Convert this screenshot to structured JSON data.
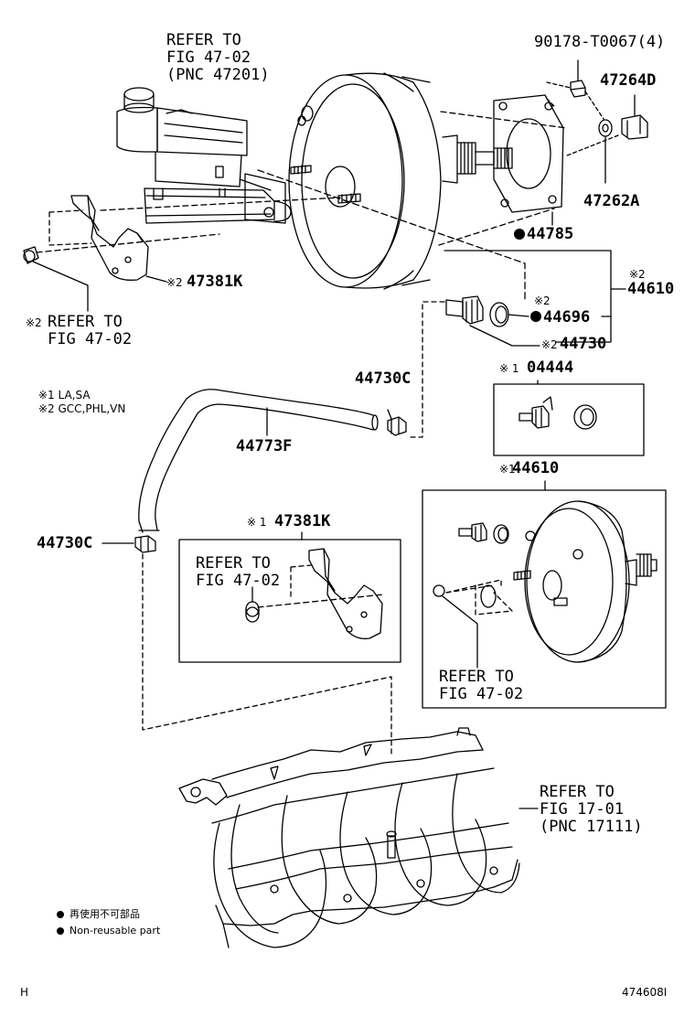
{
  "labels": {
    "ref_master_cyl": [
      "REFER TO",
      "FIG 47-02",
      "(PNC 47201)"
    ],
    "p90178": "90178-T0067(4)",
    "p47264d": "47264D",
    "p47262a": "47262A",
    "p44785": "44785",
    "p44610_top": "44610",
    "p44610_top_mark": "※2",
    "p44696": "44696",
    "p44696_mark": "※2",
    "p44730": "44730",
    "p44730_mark": "※2",
    "p47381k_top": "47381K",
    "p47381k_top_mark": "※2",
    "ref_bracket_top": [
      "REFER TO",
      "FIG 47-02"
    ],
    "ref_bracket_top_mark": "※2",
    "p04444": "04444",
    "p04444_mark": "※ 1",
    "p44730c_upper": "44730C",
    "p44773f": "44773F",
    "p44610_bottom": "44610",
    "p44610_bottom_mark": "※1",
    "p44730c_lower": "44730C",
    "p47381k_bottom": "47381K",
    "p47381k_bottom_mark": "※ 1",
    "ref_bracket_box": [
      "REFER TO",
      "FIG 47-02"
    ],
    "ref_booster_box": [
      "REFER TO",
      "FIG 47-02"
    ],
    "ref_manifold": [
      "REFER TO",
      "FIG 17-01",
      "(PNC 17111)"
    ]
  },
  "notes": {
    "note1": "※1 LA,SA",
    "note2": "※2 GCC,PHL,VN"
  },
  "legend": {
    "jp": "再使用不可部品",
    "en": "Non-reusable part"
  },
  "footer": {
    "left": "H",
    "right": "474608I"
  }
}
